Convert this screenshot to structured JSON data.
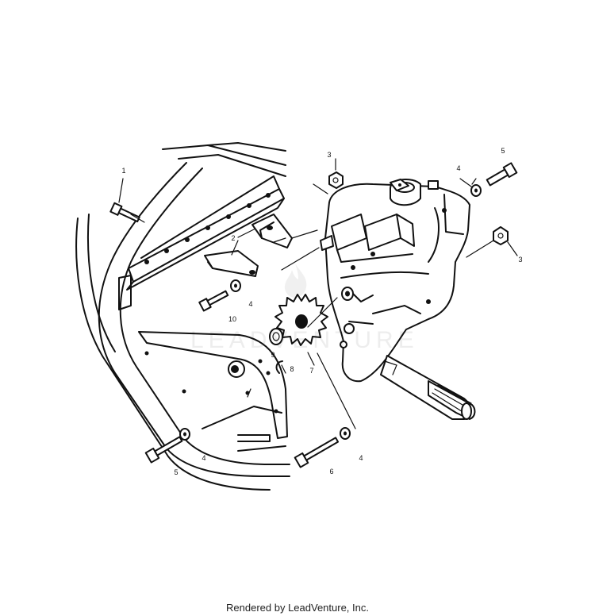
{
  "footer": {
    "text": "Rendered by LeadVenture, Inc."
  },
  "watermark": {
    "text": "LEADVENTURE",
    "icon": "flame-logo-icon"
  },
  "callouts": [
    {
      "id": "c1",
      "label": "1"
    },
    {
      "id": "c2",
      "label": "2"
    },
    {
      "id": "c3a",
      "label": "3"
    },
    {
      "id": "c3b",
      "label": "3"
    },
    {
      "id": "c4a",
      "label": "4"
    },
    {
      "id": "c4b",
      "label": "4"
    },
    {
      "id": "c4c",
      "label": "4"
    },
    {
      "id": "c4d",
      "label": "4"
    },
    {
      "id": "c5a",
      "label": "5"
    },
    {
      "id": "c5b",
      "label": "5"
    },
    {
      "id": "c6",
      "label": "6"
    },
    {
      "id": "c7",
      "label": "7"
    },
    {
      "id": "c8",
      "label": "8"
    },
    {
      "id": "c9",
      "label": "9"
    },
    {
      "id": "c10",
      "label": "10"
    }
  ],
  "colors": {
    "line": "#111111",
    "background": "#ffffff"
  }
}
